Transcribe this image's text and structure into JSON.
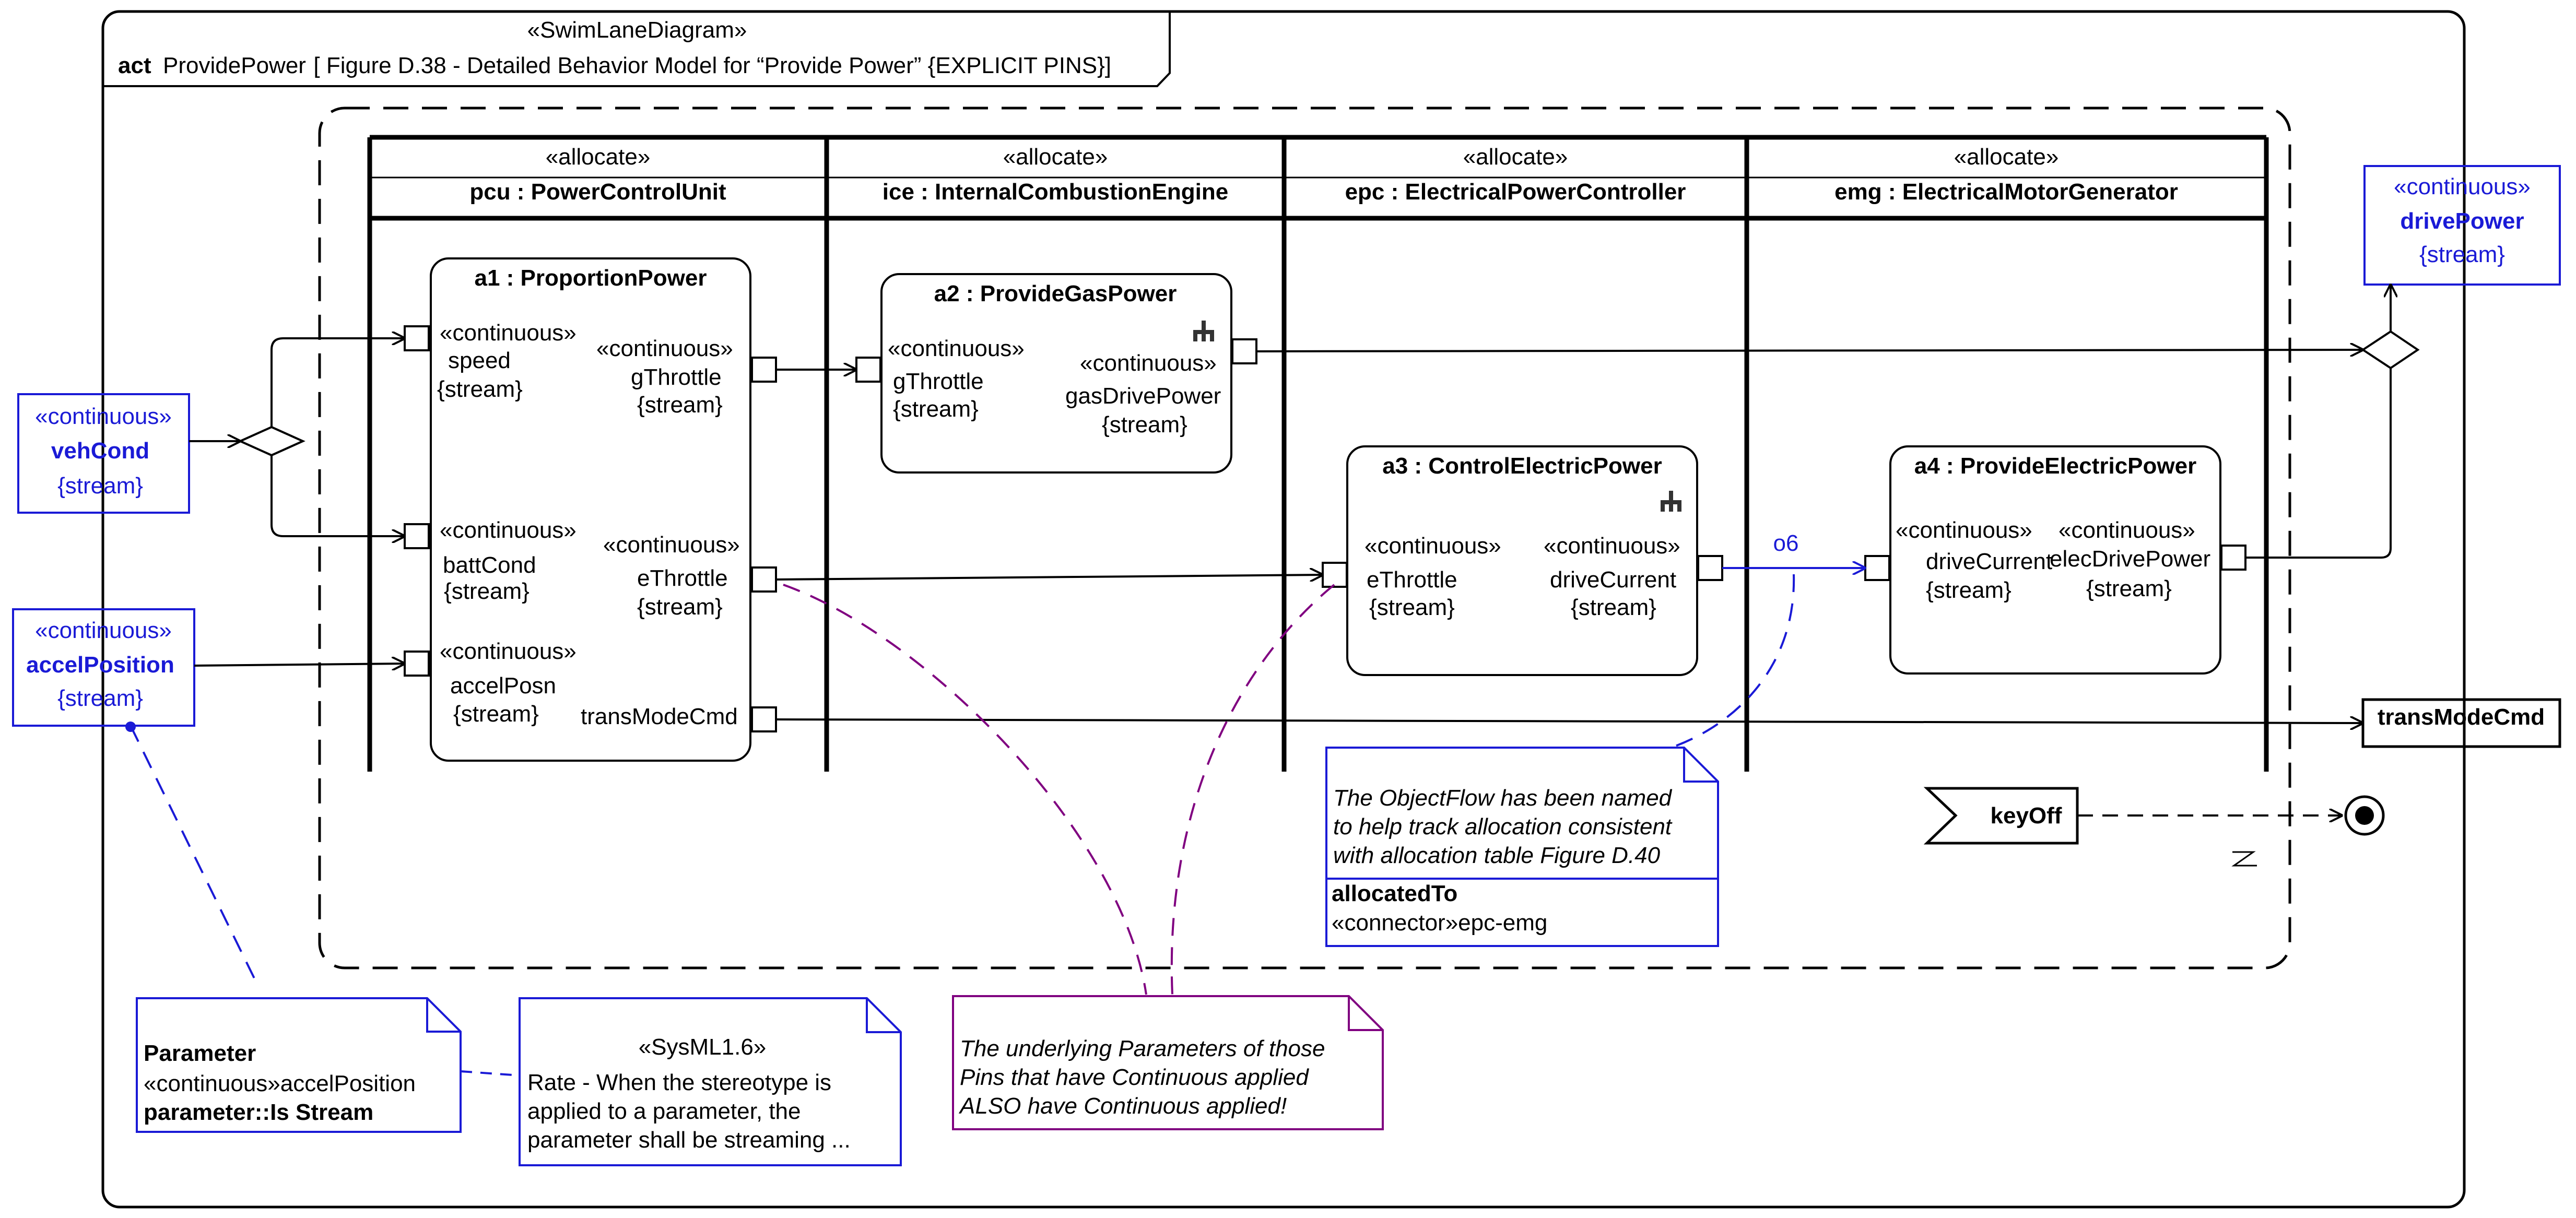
{
  "frame": {
    "stereotype": "«SwimLaneDiagram»",
    "kind": "act",
    "name": "ProvidePower",
    "caption": "[ Figure D.38 - Detailed Behavior Model for “Provide Power” {EXPLICIT PINS}]"
  },
  "lanes": [
    {
      "stereotype": "«allocate»",
      "name": "pcu : PowerControlUnit"
    },
    {
      "stereotype": "«allocate»",
      "name": "ice : InternalCombustionEngine"
    },
    {
      "stereotype": "«allocate»",
      "name": "epc : ElectricalPowerController"
    },
    {
      "stereotype": "«allocate»",
      "name": "emg : ElectricalMotorGenerator"
    }
  ],
  "params": {
    "vehCond": {
      "stereotype": "«continuous»",
      "name": "vehCond",
      "tag": "{stream}"
    },
    "accelPosition": {
      "stereotype": "«continuous»",
      "name": "accelPosition",
      "tag": "{stream}"
    },
    "drivePower": {
      "stereotype": "«continuous»",
      "name": "drivePower",
      "tag": "{stream}"
    },
    "transModeCmd": {
      "name": "transModeCmd"
    }
  },
  "actions": {
    "a1": {
      "title": "a1 : ProportionPower",
      "pins": {
        "speed": [
          "«continuous»",
          "speed",
          "{stream}"
        ],
        "battCond": [
          "«continuous»",
          "battCond",
          "{stream}"
        ],
        "accelPosn": [
          "«continuous»",
          "accelPosn",
          "{stream}"
        ],
        "gThrottle": [
          "«continuous»",
          "gThrottle",
          "{stream}"
        ],
        "eThrottle": [
          "«continuous»",
          "eThrottle",
          "{stream}"
        ],
        "transModeCmd": "transModeCmd"
      }
    },
    "a2": {
      "title": "a2 : ProvideGasPower",
      "pins": {
        "gThrottle": [
          "«continuous»",
          "gThrottle",
          "{stream}"
        ],
        "gasDrivePower": [
          "«continuous»",
          "gasDrivePower",
          "{stream}"
        ]
      }
    },
    "a3": {
      "title": "a3 : ControlElectricPower",
      "pins": {
        "eThrottle": [
          "«continuous»",
          "eThrottle",
          "{stream}"
        ],
        "driveCurrent": [
          "«continuous»",
          "driveCurrent",
          "{stream}"
        ]
      }
    },
    "a4": {
      "title": "a4 : ProvideElectricPower",
      "pins": {
        "driveCurrent": [
          "«continuous»",
          "driveCurrent",
          "{stream}"
        ],
        "elecDrivePower": [
          "«continuous»",
          "elecDrivePower",
          "{stream}"
        ]
      }
    }
  },
  "flow_label": "o6",
  "accept_event": "keyOff",
  "notes": {
    "objectflow": {
      "lines": [
        "The ObjectFlow has been named",
        "to help track allocation consistent",
        "with allocation table Figure D.40"
      ],
      "heading": "allocatedTo",
      "value": "«connector»epc-emg"
    },
    "parameter": {
      "heading": "Parameter",
      "value": "«continuous»accelPosition",
      "tag": "parameter::Is Stream"
    },
    "sysml": {
      "stereotype": "«SysML1.6»",
      "lines": [
        "Rate - When the stereotype is",
        "applied to a parameter, the",
        "parameter shall be streaming ..."
      ]
    },
    "continuous": {
      "lines": [
        "The underlying Parameters of those",
        "Pins that have Continuous applied",
        "ALSO have Continuous applied!"
      ]
    }
  },
  "colors": {
    "param": "#1a1ad6",
    "note_purple": "#800080",
    "line": "#000000"
  }
}
